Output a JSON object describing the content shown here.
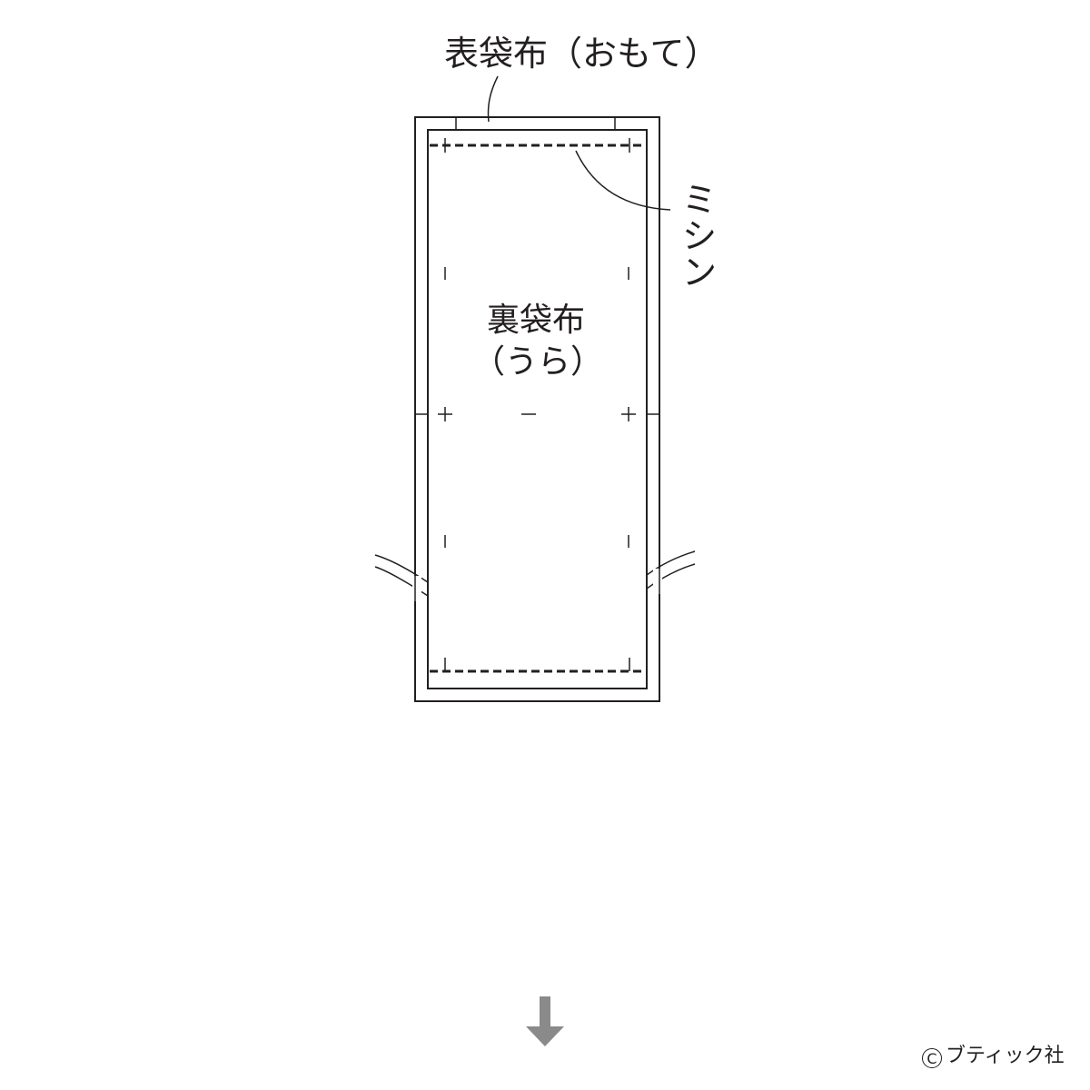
{
  "labels": {
    "outer_fabric": "表袋布（おもて）",
    "lining_fabric_line1": "裏袋布",
    "lining_fabric_line2": "（うら）",
    "stitch_chars": [
      "ミ",
      "シ",
      "ン"
    ],
    "copyright_symbol": "C",
    "copyright_text": "ブティック社"
  },
  "icons": {
    "next_step": "down-arrow-icon"
  },
  "colors": {
    "line": "#231f20",
    "arrow": "#8a8a8a",
    "background": "#ffffff"
  }
}
